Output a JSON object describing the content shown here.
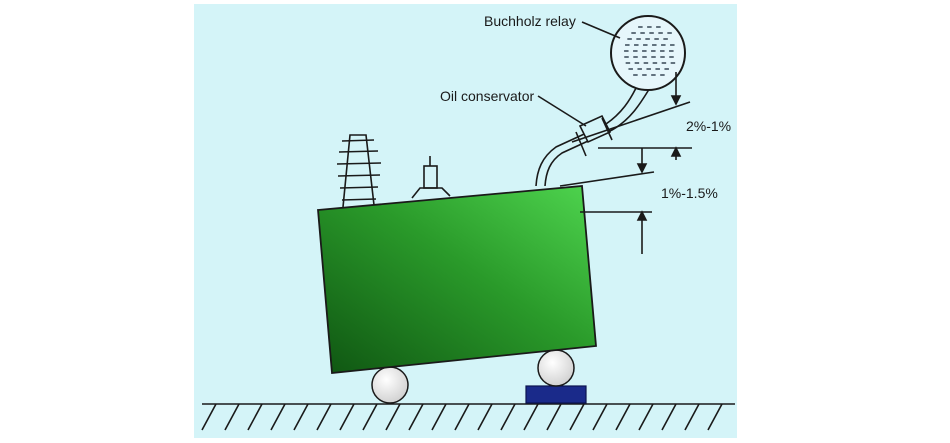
{
  "labels": {
    "buchholz_relay": "Buchholz relay",
    "oil_conservator": "Oil conservator",
    "slope_pipe": "2%-1%",
    "slope_tank": "1%-1.5%"
  },
  "colors": {
    "background": "#d4f4f8",
    "tank_light": "#4fd54f",
    "tank_dark": "#0f5512",
    "roller": "#f0f0f0",
    "base_block": "#1a2a8a",
    "conservator_fill": "#e6f6fb",
    "ink": "#1a1a1a"
  }
}
